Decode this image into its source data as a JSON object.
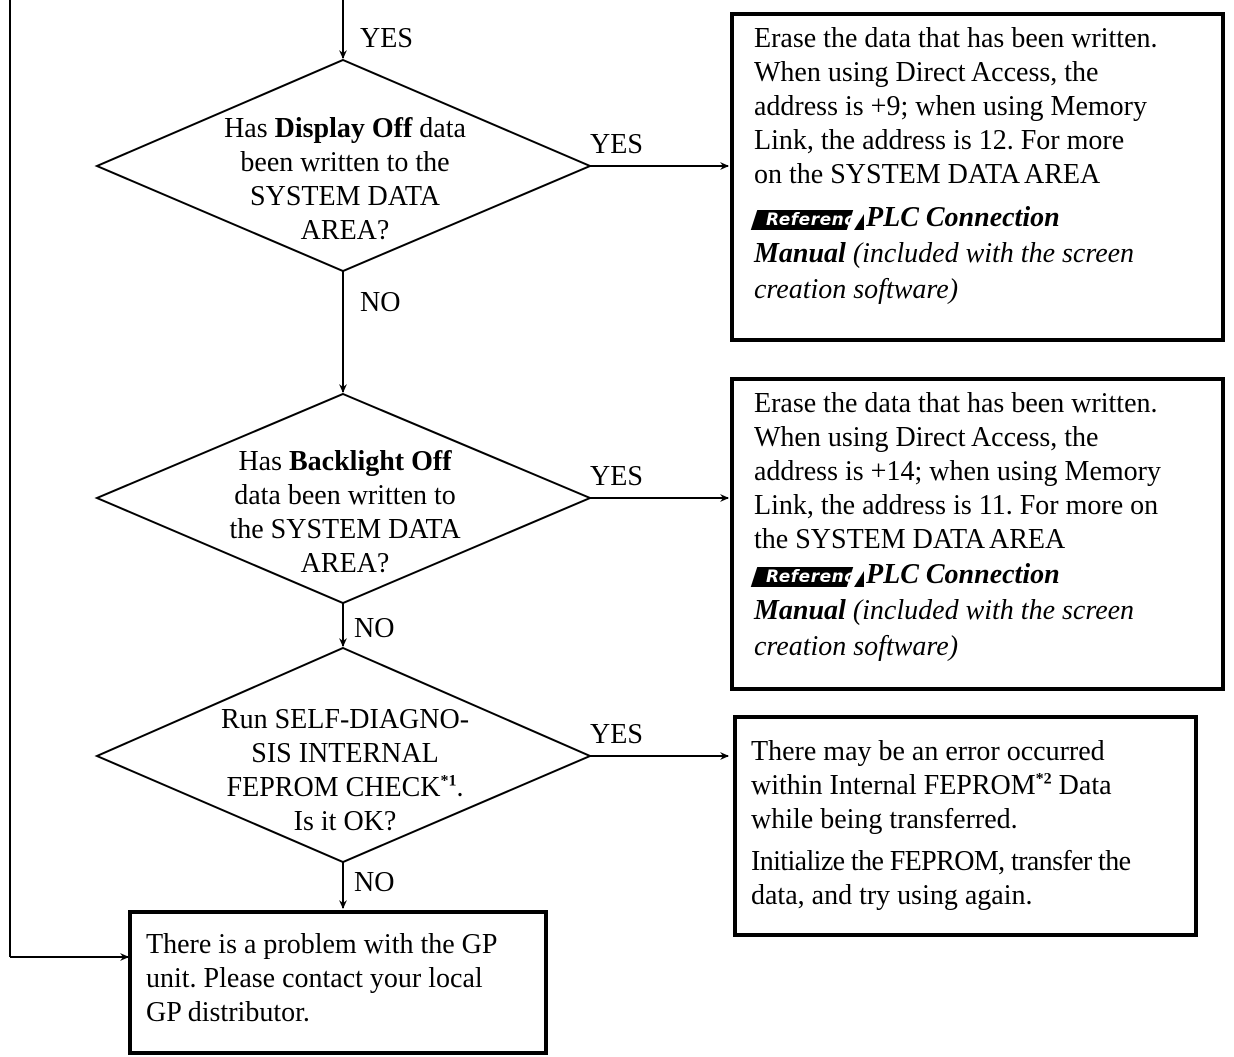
{
  "labels": {
    "yes_top": "YES",
    "yes_1": "YES",
    "no_1": "NO",
    "yes_2": "YES",
    "no_2": "NO",
    "yes_3": "YES",
    "no_3": "NO"
  },
  "decision1": {
    "pre": "Has ",
    "bold": "Display Off",
    "post": " data",
    "line2": "been written to the",
    "line3": "SYSTEM DATA",
    "line4": "AREA?"
  },
  "decision2": {
    "pre": "Has ",
    "bold": "Backlight Off",
    "line2": "data been written to",
    "line3": "the SYSTEM DATA",
    "line4": "AREA?"
  },
  "decision3": {
    "line1": "Run SELF-DIAGNO-",
    "line2": "SIS INTERNAL",
    "line3": "FEPROM CHECK",
    "line3_sup": "*1",
    "line3_end": ".",
    "line4": "Is it OK?"
  },
  "box1": {
    "lines": [
      "Erase the data that has been written.",
      "When using Direct Access, the",
      "address is +9; when using Memory",
      "Link, the address is 12.  For more",
      "on the SYSTEM DATA AREA"
    ],
    "ref_badge": "Reference",
    "ref_title": "PLC Connection",
    "ref_manual": "Manual",
    "ref_note1": " (included with the screen",
    "ref_note2": "creation software)"
  },
  "box2": {
    "lines": [
      "Erase the data that has been written.",
      "When using Direct Access, the",
      "address is +14; when using Memory",
      "Link, the address is 11.  For more on",
      "the SYSTEM DATA AREA"
    ],
    "ref_badge": "Reference",
    "ref_title": "PLC Connection",
    "ref_manual": "Manual",
    "ref_note1": " (included with the screen",
    "ref_note2": "creation software)"
  },
  "box3": {
    "line1": "There may be an error occurred",
    "line2_pre": "within Internal FEPROM",
    "line2_sup": "*2",
    "line2_post": " Data",
    "line3": "while being transferred.",
    "line4": "Initialize the FEPROM, transfer the",
    "line5": "data, and try using again."
  },
  "box4": {
    "lines": [
      "There is a problem with the GP",
      "unit.  Please contact your local",
      "GP distributor."
    ]
  }
}
